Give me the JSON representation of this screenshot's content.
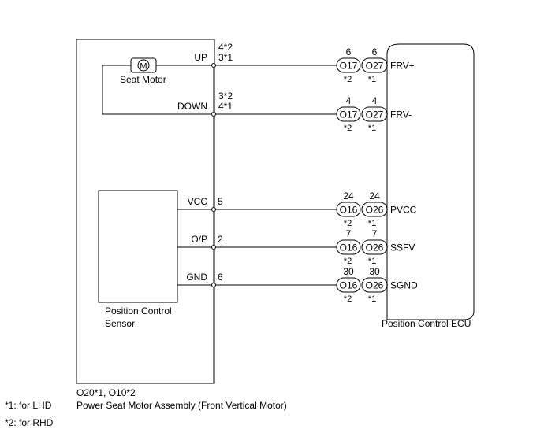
{
  "assembly": {
    "connector_ref": "O20*1, O10*2",
    "name": "Power Seat Motor Assembly (Front Vertical Motor)"
  },
  "motor": {
    "symbol": "M",
    "label": "Seat Motor"
  },
  "sensor": {
    "name_line1": "Position Control",
    "name_line2": "Sensor"
  },
  "ecu": {
    "name": "Position Control ECU"
  },
  "wires": [
    {
      "signal": "UP",
      "pin_line1": "4*2",
      "pin_line2": "3*1",
      "conn_a": "O17",
      "conn_a_pin": "6",
      "conn_a_note": "*2",
      "conn_b": "O27",
      "conn_b_pin": "6",
      "conn_b_note": "*1",
      "ecu_terminal": "FRV+"
    },
    {
      "signal": "DOWN",
      "pin_line1": "3*2",
      "pin_line2": "4*1",
      "conn_a": "O17",
      "conn_a_pin": "4",
      "conn_a_note": "*2",
      "conn_b": "O27",
      "conn_b_pin": "4",
      "conn_b_note": "*1",
      "ecu_terminal": "FRV-"
    },
    {
      "signal": "VCC",
      "pin_line1": "5",
      "conn_a": "O16",
      "conn_a_pin": "24",
      "conn_a_note": "*2",
      "conn_b": "O26",
      "conn_b_pin": "24",
      "conn_b_note": "*1",
      "ecu_terminal": "PVCC"
    },
    {
      "signal": "O/P",
      "pin_line1": "2",
      "conn_a": "O16",
      "conn_a_pin": "7",
      "conn_a_note": "*2",
      "conn_b": "O26",
      "conn_b_pin": "7",
      "conn_b_note": "*1",
      "ecu_terminal": "SSFV"
    },
    {
      "signal": "GND",
      "pin_line1": "6",
      "conn_a": "O16",
      "conn_a_pin": "30",
      "conn_a_note": "*2",
      "conn_b": "O26",
      "conn_b_pin": "30",
      "conn_b_note": "*1",
      "ecu_terminal": "SGND"
    }
  ],
  "notes": {
    "lhd": "*1: for LHD",
    "rhd": "*2: for RHD"
  }
}
